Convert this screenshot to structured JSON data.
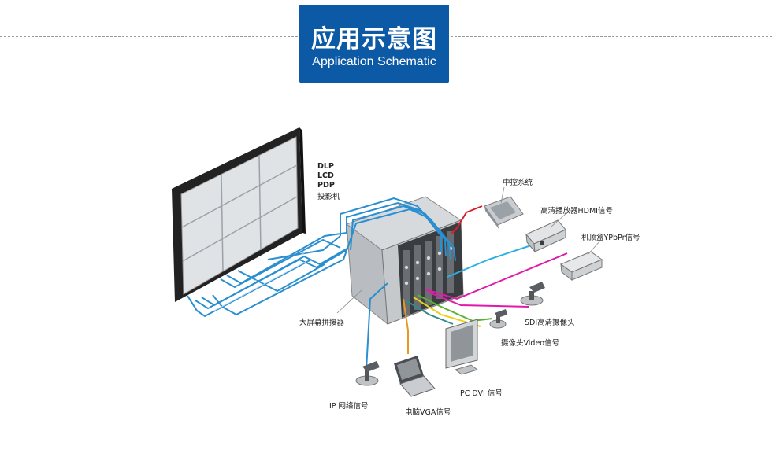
{
  "header": {
    "title": "应用示意图",
    "subtitle": "Application Schematic"
  },
  "labels": {
    "display_types": [
      "DLP",
      "LCD",
      "PDP",
      "投影机"
    ],
    "central_control": "中控系统",
    "hd_player": "高清播放器HDMI信号",
    "settop_box": "机顶盒YPbPr信号",
    "sdi_camera": "SDI高清摄像头",
    "video_camera": "摄像头Video信号",
    "pc_dvi": "PC DVI 信号",
    "laptop_vga": "电脑VGA信号",
    "ip_network": "IP 网络信号",
    "splicer": "大屏幕拼接器"
  },
  "colors": {
    "badge": "#0c59a6",
    "blue_signal": "#2a8fd0",
    "red_signal": "#d81f2a",
    "cyan_signal": "#2ab0e0",
    "magenta_signal": "#e01aa8",
    "green_signal": "#59b230",
    "yellow_signal": "#e8d21a",
    "orange_signal": "#e89a20",
    "teal_signal": "#2f8c8a"
  }
}
